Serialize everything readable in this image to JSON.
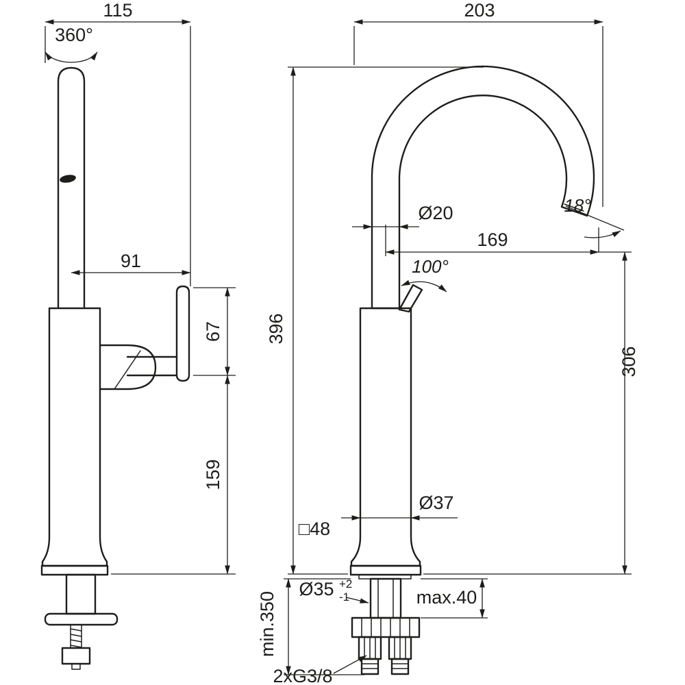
{
  "colors": {
    "line": "#1d1d1b",
    "background": "#ffffff"
  },
  "dims": {
    "top_width": "115",
    "swivel_angle": "360°",
    "handle_reach": "91",
    "handle_height": "67",
    "body_height": "159",
    "spout_span": "203",
    "tube_diameter": "Ø20",
    "spout_reach": "169",
    "outlet_angle": "18°",
    "handle_angle": "100°",
    "total_height": "396",
    "outlet_height": "306",
    "body_diameter": "Ø37",
    "base_square": "□48",
    "hole_diameter": "Ø35",
    "hole_tol_plus": "+2",
    "hole_tol_minus": "-1",
    "max_deck": "max.40",
    "min_hose": "min.350",
    "connection": "2xG3/8"
  }
}
